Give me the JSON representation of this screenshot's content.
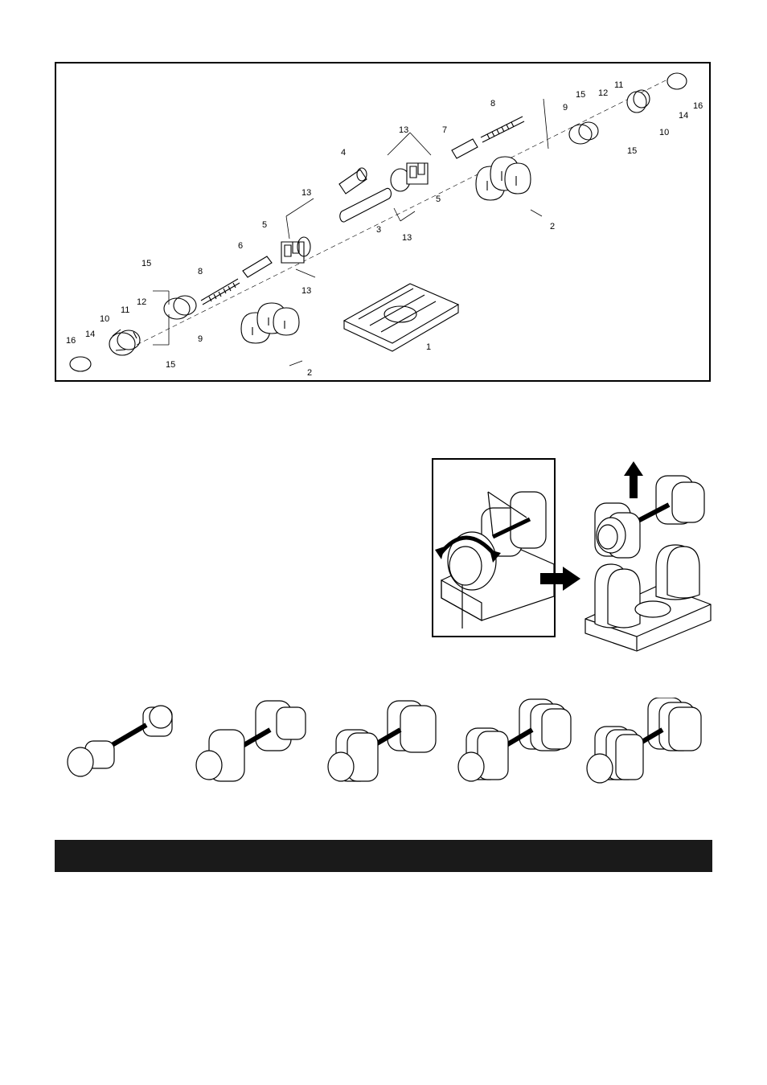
{
  "exploded_view": {
    "part_labels": [
      "1",
      "2",
      "2",
      "3",
      "4",
      "5",
      "5",
      "6",
      "7",
      "8",
      "8",
      "9",
      "9",
      "10",
      "10",
      "11",
      "11",
      "12",
      "12",
      "13",
      "13",
      "13",
      "13",
      "14",
      "14",
      "15",
      "15",
      "15",
      "15",
      "16",
      "16"
    ]
  },
  "icons": {
    "rotate": "rotate-arrow-icon",
    "arrow_right": "arrow-right-icon",
    "arrow_up": "arrow-up-icon"
  },
  "colors": {
    "bar": "#1a1a1a",
    "line": "#000000"
  }
}
